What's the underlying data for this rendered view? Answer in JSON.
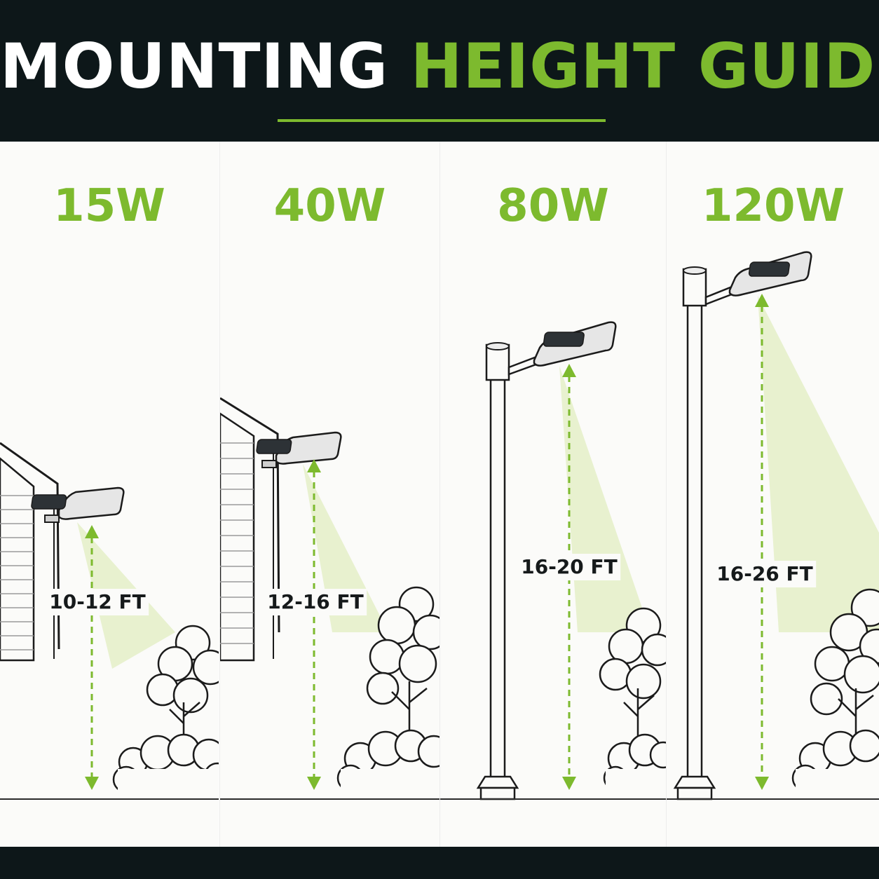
{
  "header": {
    "title_part1": "MOUNTING",
    "title_part2": "HEIGHT GUIDE"
  },
  "colors": {
    "accent": "#7dba2e",
    "band": "#0d1719",
    "text": "#161a1b"
  },
  "panels": [
    {
      "wattage": "15W",
      "height_label": "10-12 FT",
      "mount": "wall"
    },
    {
      "wattage": "40W",
      "height_label": "12-16 FT",
      "mount": "wall"
    },
    {
      "wattage": "80W",
      "height_label": "16-20 FT",
      "mount": "pole"
    },
    {
      "wattage": "120W",
      "height_label": "16-26 FT",
      "mount": "pole"
    }
  ]
}
